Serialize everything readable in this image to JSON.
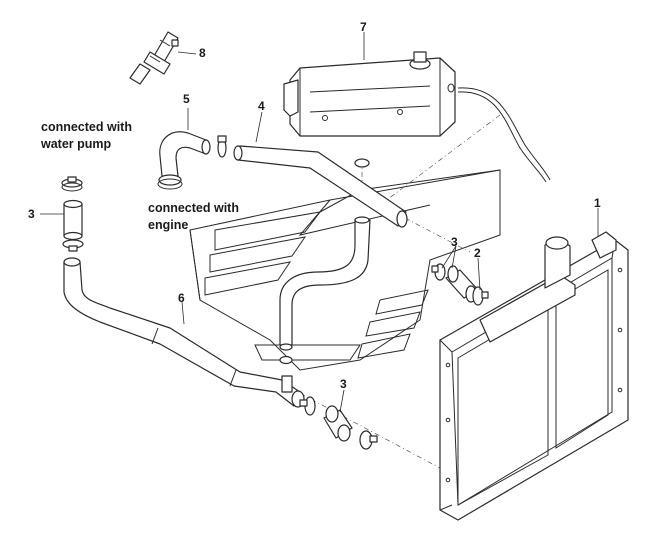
{
  "callouts": {
    "c1": "1",
    "c2": "2",
    "c3a": "3",
    "c3b": "3",
    "c3c": "3",
    "c4": "4",
    "c5": "5",
    "c6": "6",
    "c7": "7",
    "c8": "8"
  },
  "notes": {
    "pump_line1": "connected with",
    "pump_line2": "water pump",
    "engine_line1": "connected with",
    "engine_line2": "engine"
  }
}
